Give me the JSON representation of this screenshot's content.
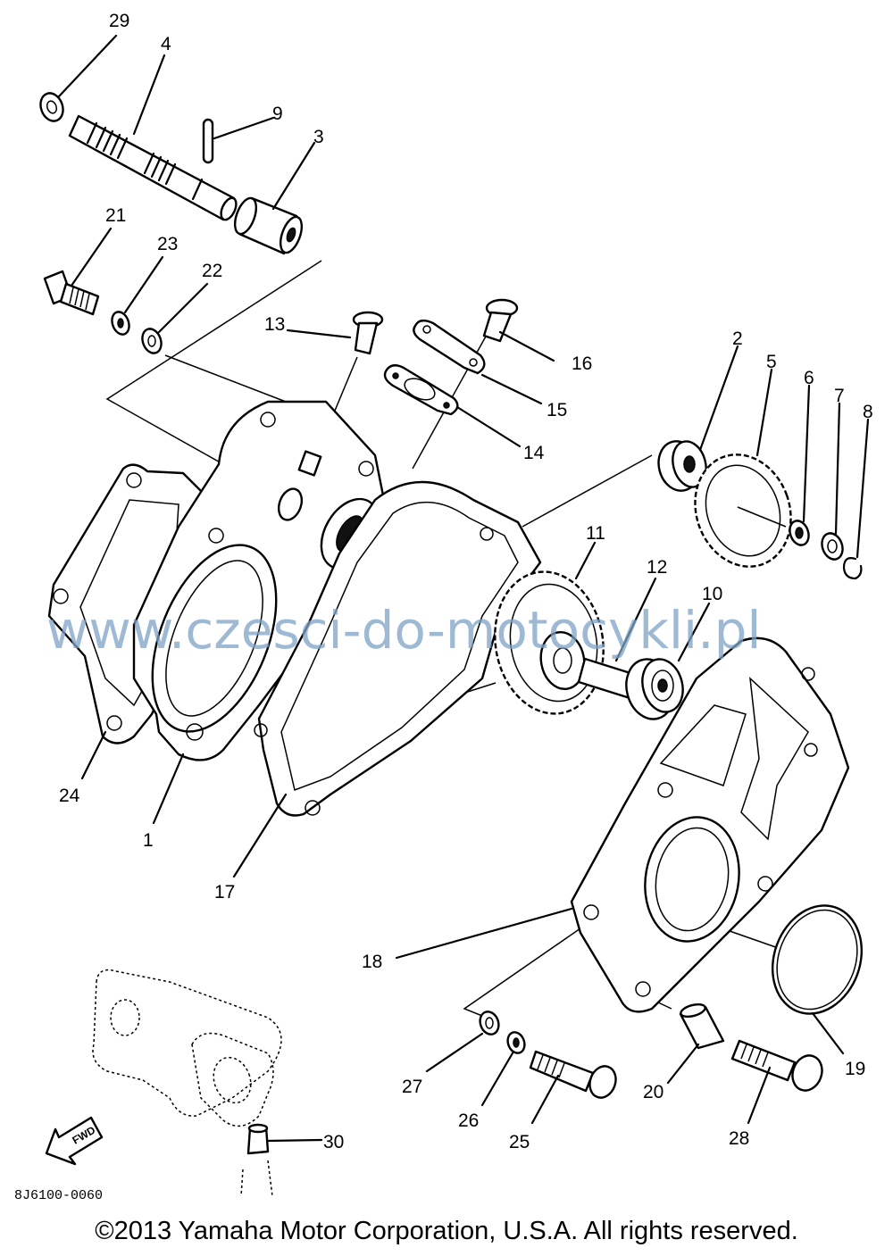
{
  "watermark": "www.czesci-do-motocykli.pl",
  "diagram_code": "8J6100-0060",
  "fwd_label": "FWD",
  "copyright": "©2013 Yamaha Motor Corporation, U.S.A. All rights reserved.",
  "callouts": {
    "c1": "1",
    "c2": "2",
    "c3": "3",
    "c4": "4",
    "c5": "5",
    "c6": "6",
    "c7": "7",
    "c8": "8",
    "c9": "9",
    "c10": "10",
    "c11": "11",
    "c12": "12",
    "c13": "13",
    "c14": "14",
    "c15": "15",
    "c16": "16",
    "c17": "17",
    "c18": "18",
    "c19": "19",
    "c20": "20",
    "c21": "21",
    "c22": "22",
    "c23": "23",
    "c24": "24",
    "c25": "25",
    "c26": "26",
    "c27": "27",
    "c28": "28",
    "c29": "29",
    "c30": "30"
  }
}
